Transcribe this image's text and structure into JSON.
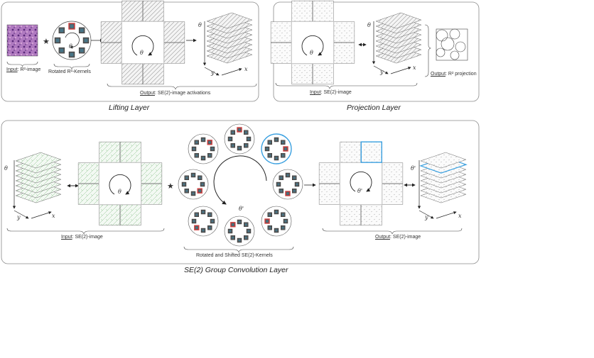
{
  "lifting": {
    "caption": "Lifting Layer",
    "input_prefix": "Input",
    "input_rest": ": R²-image",
    "kernels_label": "Rotated R²-Kernels",
    "output_prefix": "Output",
    "output_rest": ": SE(2)-image activations",
    "theta_label": "θ",
    "star_symbol": "★"
  },
  "projection": {
    "caption": "Projection Layer",
    "input_prefix": "Input",
    "input_rest": ": SE(2)-image",
    "output_prefix": "Output",
    "output_rest": ": R² projection",
    "theta_label": "θ"
  },
  "group_conv": {
    "caption": "SE(2) Group Convolution Layer",
    "input_prefix": "Input",
    "input_rest": ": SE(2)-image",
    "kernels_label": "Rotated and Shifted SE(2)-Kernels",
    "output_prefix": "Output",
    "output_rest": ": SE(2)-image",
    "theta_label": "θ",
    "theta_prime_label": "θ'",
    "star_symbol": "★"
  },
  "axes": {
    "x": "x",
    "y": "y",
    "theta": "θ",
    "theta_prime": "θ'"
  },
  "colors": {
    "panel_border": "#8a8a8a",
    "green_tint": "#7fbf7f",
    "highlight_blue": "#3aa0e0",
    "kernel_red": "#d04040",
    "he_purple": "#8a4a9a"
  }
}
